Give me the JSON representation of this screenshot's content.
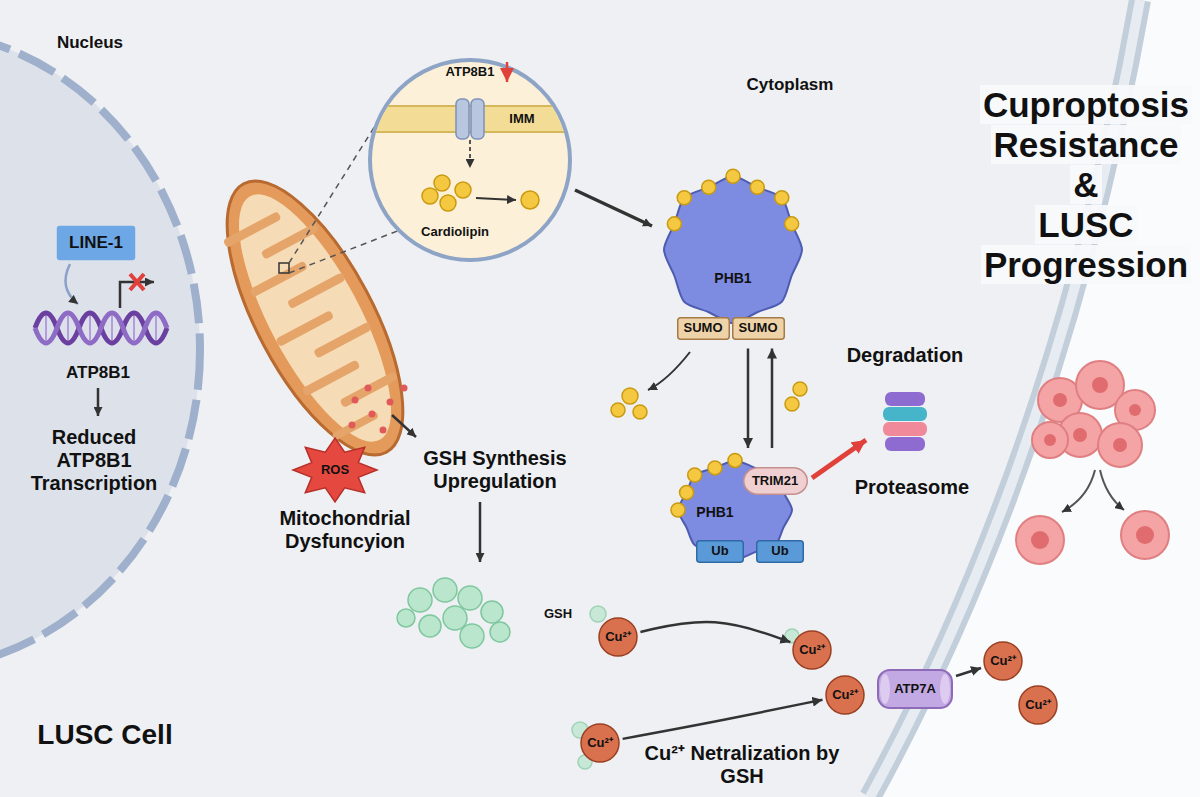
{
  "diagram": {
    "title": "Cuproptosis Resistance & LUSC Progression",
    "nodes": [
      {
        "text": [
          "LINE-1"
        ]
      },
      {
        "text": [
          "ROS"
        ]
      },
      {
        "text": [
          "PHB1"
        ]
      },
      {
        "text": [
          "SUMO"
        ],
        "in": 2
      },
      {
        "text": [
          "SUMO"
        ],
        "in": 2
      },
      {
        "text": [
          "PHB1"
        ]
      },
      {
        "text": [
          "TRIM21"
        ],
        "in": 5
      },
      {
        "text": [
          "Ub"
        ],
        "in": 5
      },
      {
        "text": [
          "Ub"
        ],
        "in": 5
      },
      {
        "text": [
          "Cu²⁺"
        ]
      },
      {
        "text": [
          "Cu²⁺"
        ]
      },
      {
        "text": [
          "Cu²⁺"
        ]
      },
      {
        "text": [
          "Cu²⁺"
        ]
      },
      {
        "text": [
          "ATP7A"
        ]
      },
      {
        "text": [
          "Cu²⁺"
        ]
      },
      {
        "text": [
          "Cu²⁺"
        ]
      }
    ],
    "edges": [
      {
        "from": 2,
        "to": 5,
        "arrow": "to"
      },
      {
        "from": 5,
        "to": 2,
        "arrow": "to"
      },
      {
        "from": 9,
        "to": 11,
        "arrow": "to"
      },
      {
        "from": 10,
        "to": 12,
        "arrow": "to"
      },
      {
        "from": 13,
        "to": 14,
        "arrow": "to"
      }
    ],
    "labels": [
      "Nucleus",
      "ATP8B1",
      "Reduced ATP8B1 Transcription",
      "Cytoplasm",
      "ATP8B1",
      "IMM",
      "Cardiolipin",
      "Degradation",
      "Proteasome",
      "Mitochondrial Dysfuncyion",
      "GSH Synthesis Upregulation",
      "GSH",
      "Cu²⁺ Netralization by GSH",
      "LUSC Cell"
    ]
  }
}
